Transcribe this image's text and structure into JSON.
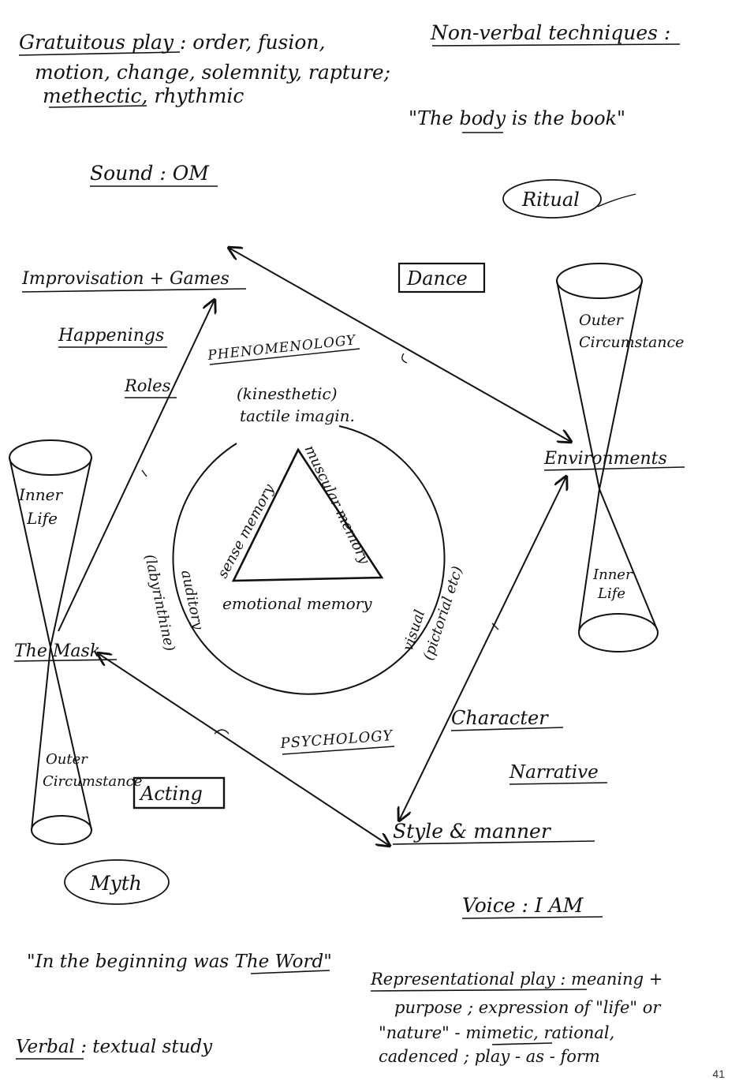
{
  "notes": {
    "gratuitous_line1": "Gratuitous play : order, fusion,",
    "gratuitous_line2": "motion, change, solemnity, rapture;",
    "gratuitous_line3": "methectic, rhythmic",
    "nonverbal_title": "Non-verbal techniques :",
    "body_quote": "\"The body is the book\"",
    "sound": "Sound : OM",
    "voice": "Voice : I AM",
    "beginning_quote": "\"In the beginning was The Word\"",
    "verbal": "Verbal : textual study",
    "representational_line1": "Representational play : meaning +",
    "representational_line2": "purpose ; expression of \"life\" or",
    "representational_line3": "\"nature\" - mimetic, rational,",
    "representational_line4": "cadenced ; play - as - form"
  },
  "nodes": {
    "improvisation": "Improvisation + Games",
    "happenings": "Happenings",
    "roles": "Roles",
    "dance": "Dance",
    "ritual": "Ritual",
    "environments": "Environments",
    "the_mask": "The Mask",
    "acting": "Acting",
    "myth": "Myth",
    "character": "Character",
    "narrative": "Narrative",
    "style_manner": "Style & manner",
    "phenomenology": "PHENOMENOLOGY",
    "psychology": "PSYCHOLOGY"
  },
  "cones": {
    "left_top": [
      "Inner",
      "Life"
    ],
    "left_bottom": [
      "Outer",
      "Circumstance"
    ],
    "right_top": [
      "Outer",
      "Circumstance"
    ],
    "right_bottom": [
      "Inner",
      "Life"
    ]
  },
  "circle": {
    "top_line1": "(kinesthetic)",
    "top_line2": "tactile imagin.",
    "left_line1": "auditory",
    "left_line2": "(labyrinthine)",
    "right_line1": "visual",
    "right_line2": "(pictorial etc)"
  },
  "triangle": {
    "left": "sense memory",
    "right": "muscular memory",
    "bottom": "emotional memory"
  },
  "page_number": "41"
}
